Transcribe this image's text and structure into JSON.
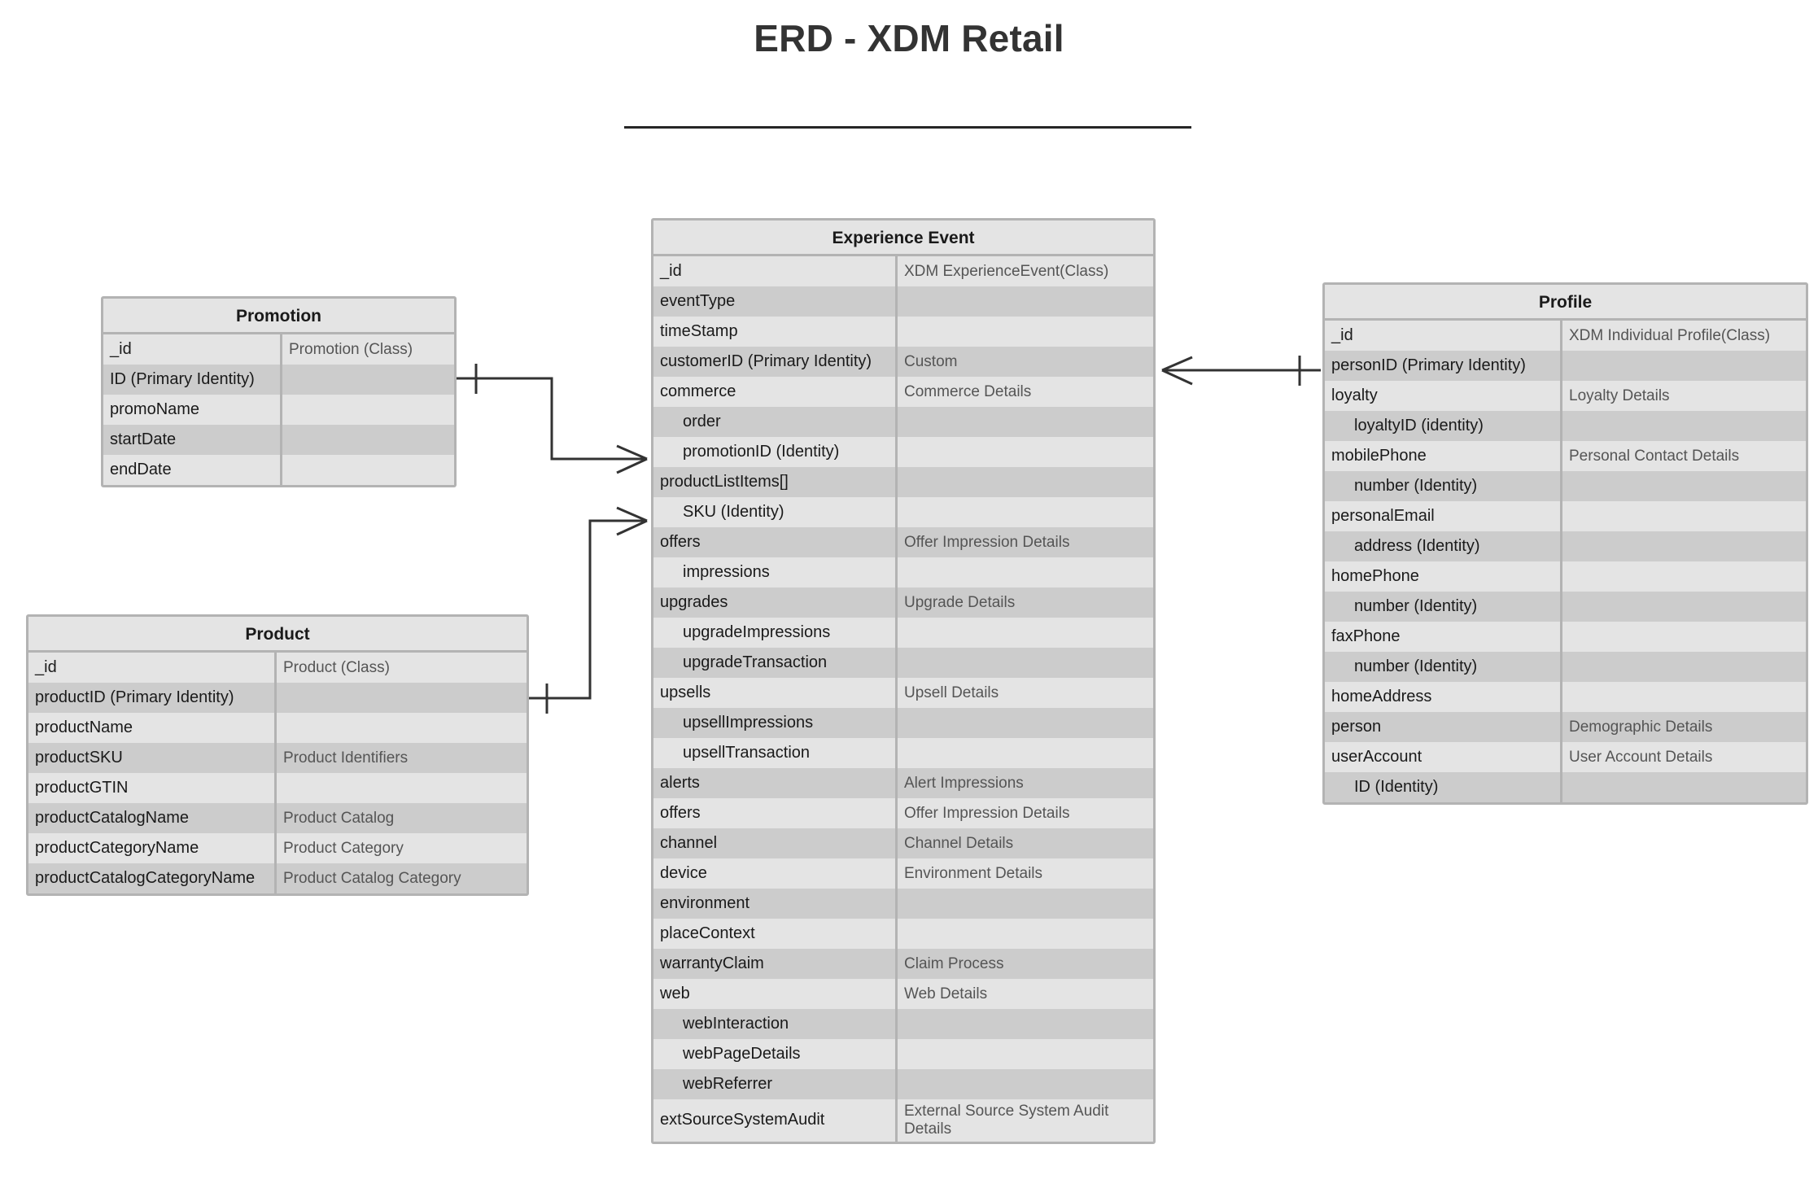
{
  "title": "ERD - XDM Retail",
  "colors": {
    "identity_red": "#e8403a",
    "row_light": "#e4e4e4",
    "row_dark": "#cccccc",
    "border_gray": "#b3b3b3",
    "text_dark": "#1a1a1a",
    "text_type": "#555555"
  },
  "entities": {
    "promotion": {
      "title": "Promotion",
      "rows": [
        {
          "name": "_id",
          "type": "Promotion (Class)",
          "identity": false,
          "indent": 0
        },
        {
          "name": "ID (Primary Identity)",
          "type": "",
          "identity": true,
          "indent": 0
        },
        {
          "name": "promoName",
          "type": "",
          "identity": false,
          "indent": 0
        },
        {
          "name": "startDate",
          "type": "",
          "identity": false,
          "indent": 0
        },
        {
          "name": "endDate",
          "type": "",
          "identity": false,
          "indent": 0
        }
      ]
    },
    "product": {
      "title": "Product",
      "rows": [
        {
          "name": "_id",
          "type": "Product (Class)",
          "identity": false,
          "indent": 0
        },
        {
          "name": "productID (Primary Identity)",
          "type": "",
          "identity": true,
          "indent": 0
        },
        {
          "name": "productName",
          "type": "",
          "identity": false,
          "indent": 0
        },
        {
          "name": "productSKU",
          "type": "Product Identifiers",
          "identity": false,
          "indent": 0
        },
        {
          "name": "productGTIN",
          "type": "",
          "identity": false,
          "indent": 0
        },
        {
          "name": "productCatalogName",
          "type": "Product Catalog",
          "identity": false,
          "indent": 0
        },
        {
          "name": "productCategoryName",
          "type": "Product Category",
          "identity": false,
          "indent": 0
        },
        {
          "name": "productCatalogCategoryName",
          "type": "Product Catalog Category",
          "identity": false,
          "indent": 0
        }
      ]
    },
    "experience_event": {
      "title": "Experience Event",
      "rows": [
        {
          "name": "_id",
          "type": "XDM ExperienceEvent(Class)",
          "identity": false,
          "indent": 0
        },
        {
          "name": "eventType",
          "type": "",
          "identity": false,
          "indent": 0
        },
        {
          "name": "timeStamp",
          "type": "",
          "identity": false,
          "indent": 0
        },
        {
          "name": "customerID (Primary Identity)",
          "type": "Custom",
          "identity": true,
          "indent": 0
        },
        {
          "name": "commerce",
          "type": "Commerce Details",
          "identity": false,
          "indent": 0
        },
        {
          "name": "order",
          "type": "",
          "identity": false,
          "indent": 1
        },
        {
          "name": "promotionID (Identity)",
          "type": "",
          "identity": true,
          "indent": 1
        },
        {
          "name": "productListItems[]",
          "type": "",
          "identity": false,
          "indent": 0
        },
        {
          "name": "SKU (Identity)",
          "type": "",
          "identity": true,
          "indent": 1
        },
        {
          "name": "offers",
          "type": "Offer Impression Details",
          "identity": false,
          "indent": 0
        },
        {
          "name": "impressions",
          "type": "",
          "identity": false,
          "indent": 1
        },
        {
          "name": "upgrades",
          "type": "Upgrade Details",
          "identity": false,
          "indent": 0
        },
        {
          "name": "upgradeImpressions",
          "type": "",
          "identity": false,
          "indent": 1
        },
        {
          "name": "upgradeTransaction",
          "type": "",
          "identity": false,
          "indent": 1
        },
        {
          "name": "upsells",
          "type": "Upsell Details",
          "identity": false,
          "indent": 0
        },
        {
          "name": "upsellImpressions",
          "type": "",
          "identity": false,
          "indent": 1
        },
        {
          "name": "upsellTransaction",
          "type": "",
          "identity": false,
          "indent": 1
        },
        {
          "name": "alerts",
          "type": "Alert Impressions",
          "identity": false,
          "indent": 0
        },
        {
          "name": "offers",
          "type": "Offer Impression Details",
          "identity": false,
          "indent": 0
        },
        {
          "name": "channel",
          "type": "Channel Details",
          "identity": false,
          "indent": 0
        },
        {
          "name": "device",
          "type": "Environment Details",
          "identity": false,
          "indent": 0
        },
        {
          "name": "environment",
          "type": "",
          "identity": false,
          "indent": 0
        },
        {
          "name": "placeContext",
          "type": "",
          "identity": false,
          "indent": 0
        },
        {
          "name": "warrantyClaim",
          "type": "Claim Process",
          "identity": false,
          "indent": 0
        },
        {
          "name": "web",
          "type": "Web Details",
          "identity": false,
          "indent": 0
        },
        {
          "name": "webInteraction",
          "type": "",
          "identity": false,
          "indent": 1
        },
        {
          "name": "webPageDetails",
          "type": "",
          "identity": false,
          "indent": 1
        },
        {
          "name": "webReferrer",
          "type": "",
          "identity": false,
          "indent": 1
        },
        {
          "name": "extSourceSystemAudit",
          "type": "External Source System Audit Details",
          "identity": false,
          "indent": 0
        }
      ]
    },
    "profile": {
      "title": "Profile",
      "rows": [
        {
          "name": "_id",
          "type": "XDM Individual Profile(Class)",
          "identity": false,
          "indent": 0
        },
        {
          "name": "personID (Primary Identity)",
          "type": "",
          "identity": true,
          "indent": 0
        },
        {
          "name": "loyalty",
          "type": "Loyalty Details",
          "identity": false,
          "indent": 0
        },
        {
          "name": "loyaltyID (identity)",
          "type": "",
          "identity": true,
          "indent": 1
        },
        {
          "name": "mobilePhone",
          "type": "Personal Contact Details",
          "identity": false,
          "indent": 0
        },
        {
          "name": "number (Identity)",
          "type": "",
          "identity": true,
          "indent": 1
        },
        {
          "name": "personalEmail",
          "type": "",
          "identity": false,
          "indent": 0
        },
        {
          "name": "address (Identity)",
          "type": "",
          "identity": true,
          "indent": 1
        },
        {
          "name": "homePhone",
          "type": "",
          "identity": false,
          "indent": 0
        },
        {
          "name": "number (Identity)",
          "type": "",
          "identity": true,
          "indent": 1
        },
        {
          "name": "faxPhone",
          "type": "",
          "identity": false,
          "indent": 0
        },
        {
          "name": "number (Identity)",
          "type": "",
          "identity": true,
          "indent": 1
        },
        {
          "name": "homeAddress",
          "type": "",
          "identity": false,
          "indent": 0
        },
        {
          "name": "person",
          "type": "Demographic Details",
          "identity": false,
          "indent": 0
        },
        {
          "name": "userAccount",
          "type": "User Account Details",
          "identity": false,
          "indent": 0
        },
        {
          "name": "ID (Identity)",
          "type": "",
          "identity": true,
          "indent": 1
        }
      ]
    }
  },
  "relationships": [
    {
      "name": "promotion-to-experience-event",
      "from": "Promotion.ID (Primary Identity)",
      "to": "Experience Event.promotionID (Identity)",
      "from_cardinality": "one",
      "to_cardinality": "many"
    },
    {
      "name": "product-to-experience-event",
      "from": "Product.productID (Primary Identity)",
      "to": "Experience Event.SKU (Identity)",
      "from_cardinality": "one",
      "to_cardinality": "many"
    },
    {
      "name": "experience-event-to-profile",
      "from": "Experience Event.customerID (Primary Identity)",
      "to": "Profile.personID (Primary Identity)",
      "from_cardinality": "many",
      "to_cardinality": "one"
    }
  ]
}
